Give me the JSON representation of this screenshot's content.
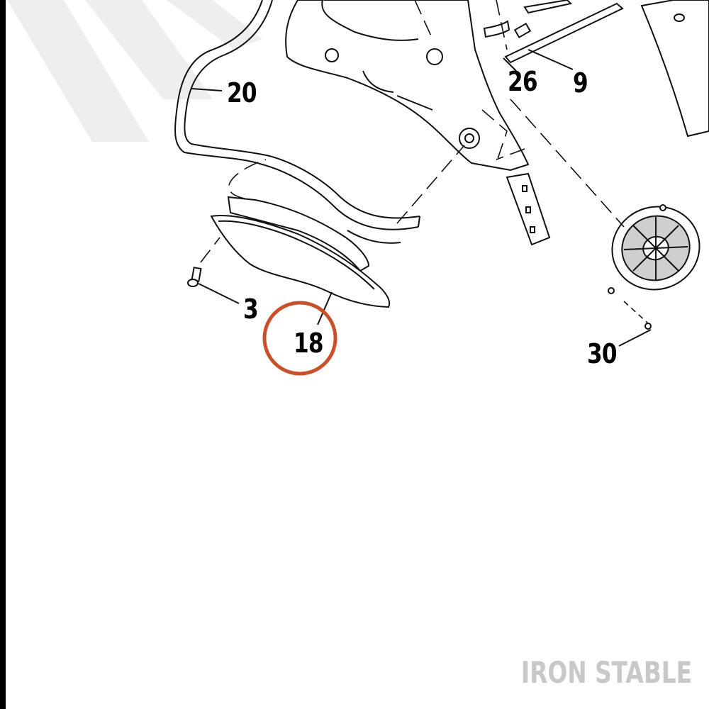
{
  "callouts": {
    "part_20": "20",
    "part_26": "26",
    "part_9": "9",
    "part_3": "3",
    "part_18": "18",
    "part_30": "30"
  },
  "highlighted_part": "18",
  "colors": {
    "highlight_ring": "#c8502a",
    "line_art": "#111111",
    "watermark": "#c8c8c8",
    "left_border": "#000000",
    "background_stripes": "#eeeeee"
  },
  "watermark": {
    "text": "IRON STABLE"
  }
}
